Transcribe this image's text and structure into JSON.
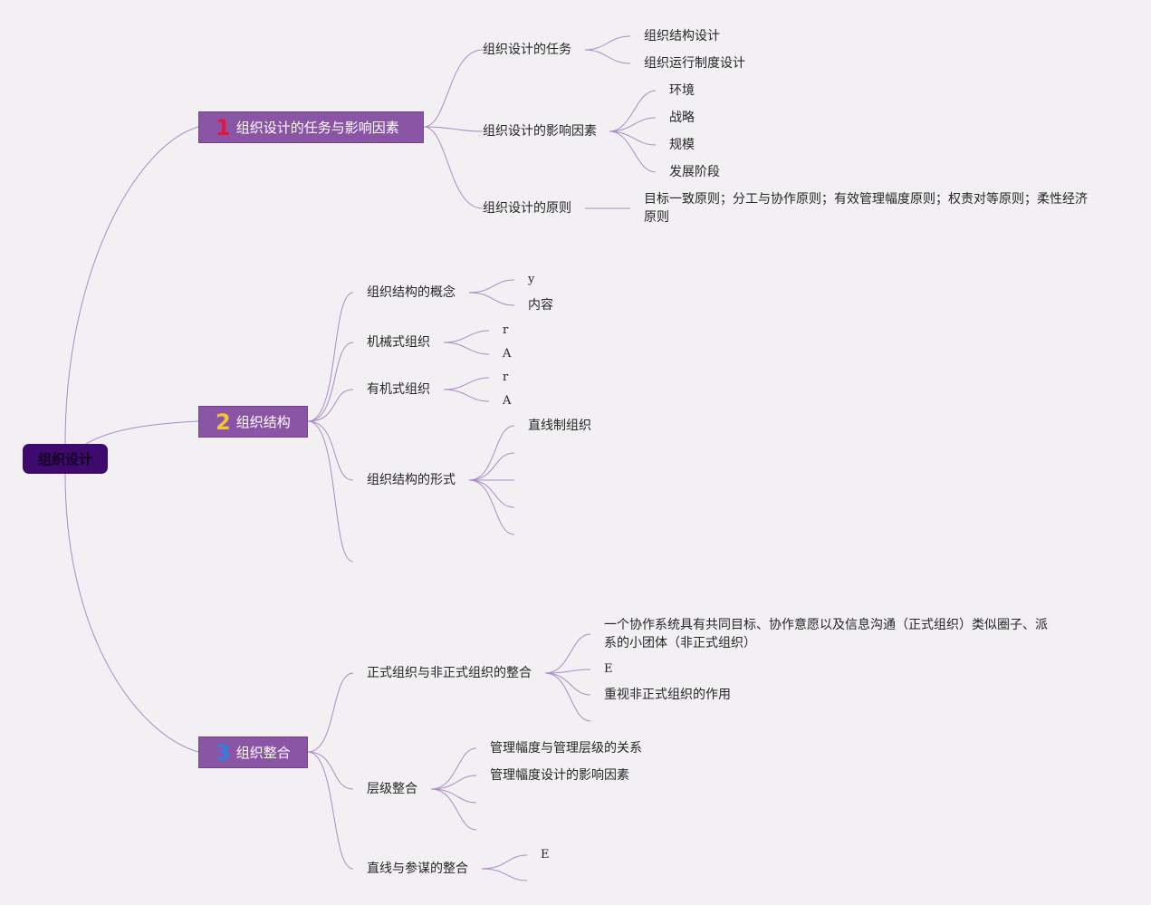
{
  "root": {
    "label": "组织设计"
  },
  "branches": [
    {
      "number": "1",
      "number_color": "#e5163e",
      "label": "组织设计的任务与影响因素",
      "children": [
        {
          "label": "组织设计的任务",
          "children": [
            "组织结构设计",
            "组织运行制度设计"
          ]
        },
        {
          "label": "组织设计的影响因素",
          "children": [
            "环境",
            "战略",
            "规模",
            "发展阶段"
          ]
        },
        {
          "label": "组织设计的原则",
          "children": [
            "目标一致原则；分工与协作原则；有效管理幅度原则；权责对等原则；柔性经济原则"
          ]
        }
      ]
    },
    {
      "number": "2",
      "number_color": "#f3c43a",
      "label": "组织结构",
      "children": [
        {
          "label": "组织结构的概念",
          "children": [
            "y",
            "内容"
          ]
        },
        {
          "label": "机械式组织",
          "children": [
            "r",
            "A"
          ]
        },
        {
          "label": "有机式组织",
          "children": [
            "r",
            "A"
          ]
        },
        {
          "label": "组织结构的形式",
          "children": [
            "直线制组织"
          ]
        }
      ]
    },
    {
      "number": "3",
      "number_color": "#2f7fdc",
      "label": "组织整合",
      "children": [
        {
          "label": "正式组织与非正式组织的整合",
          "children": [
            "一个协作系统具有共同目标、协作意愿以及信息沟通（正式组织）类似圈子、派系的小团体（非正式组织）",
            "E",
            "重视非正式组织的作用"
          ]
        },
        {
          "label": "层级整合",
          "children": [
            "管理幅度与管理层级的关系",
            "管理幅度设计的影响因素"
          ]
        },
        {
          "label": "直线与参谋的整合",
          "children": [
            "E"
          ]
        }
      ]
    }
  ],
  "colors": {
    "connector": "#a98cc6",
    "branch_fill": "#8b55a6",
    "root_fill": "#3f0a6e",
    "background": "#f2f0f3"
  }
}
